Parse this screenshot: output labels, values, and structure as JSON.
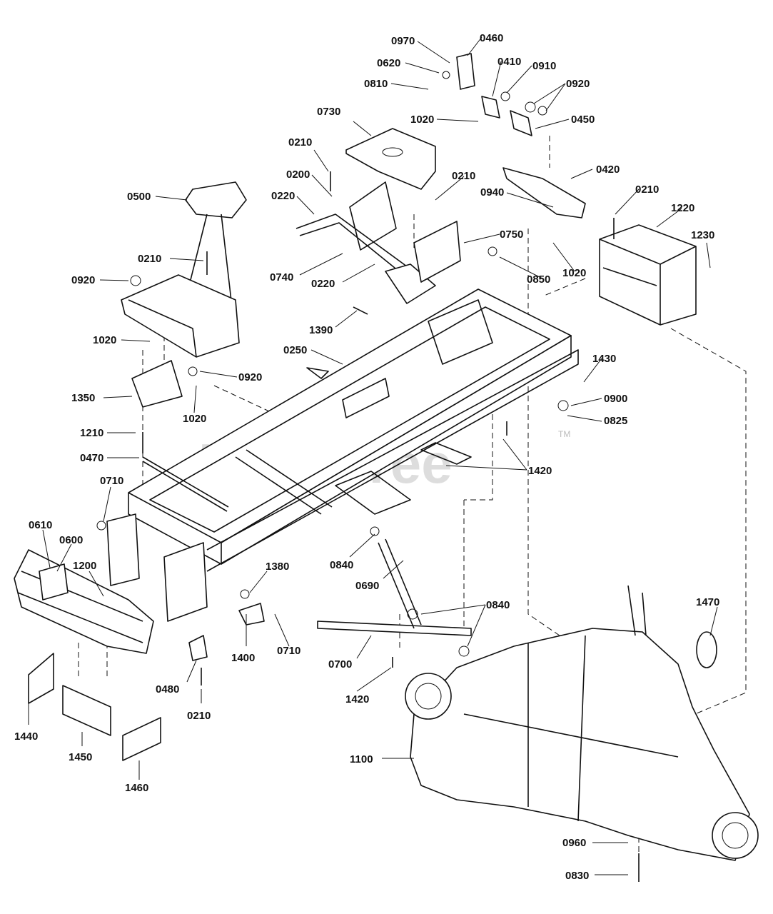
{
  "watermark": {
    "text": "PartsTree",
    "mark": "TM"
  },
  "callouts": {
    "c0970": "0970",
    "c0460": "0460",
    "c0620": "0620",
    "c0410": "0410",
    "c0910": "0910",
    "c0810": "0810",
    "c0920a": "0920",
    "c1020a": "1020",
    "c0450": "0450",
    "c0730": "0730",
    "c0210a": "0210",
    "c0210b": "0210",
    "c0200": "0200",
    "c0420": "0420",
    "c0220a": "0220",
    "c0940": "0940",
    "c0210c": "0210",
    "c1220": "1220",
    "c0500": "0500",
    "c0750": "0750",
    "c1230": "1230",
    "c0210d": "0210",
    "c0740": "0740",
    "c0220b": "0220",
    "c0850": "0850",
    "c1020b": "1020",
    "c0920b": "0920",
    "c1390": "1390",
    "c1020c": "1020",
    "c0250": "0250",
    "c0920c": "0920",
    "c1430": "1430",
    "c1350": "1350",
    "c1020d": "1020",
    "c0900": "0900",
    "c0825": "0825",
    "c1210": "1210",
    "c0470": "0470",
    "c1420a": "1420",
    "c0710a": "0710",
    "c0610": "0610",
    "c0600": "0600",
    "c1200": "1200",
    "c1380": "1380",
    "c0840a": "0840",
    "c0690": "0690",
    "c0840b": "0840",
    "c1470": "1470",
    "c1400": "1400",
    "c0710b": "0710",
    "c0700": "0700",
    "c0480": "0480",
    "c0210e": "0210",
    "c1420b": "1420",
    "c1440": "1440",
    "c1450": "1450",
    "c1100": "1100",
    "c1460": "1460",
    "c0960": "0960",
    "c0830": "0830"
  }
}
